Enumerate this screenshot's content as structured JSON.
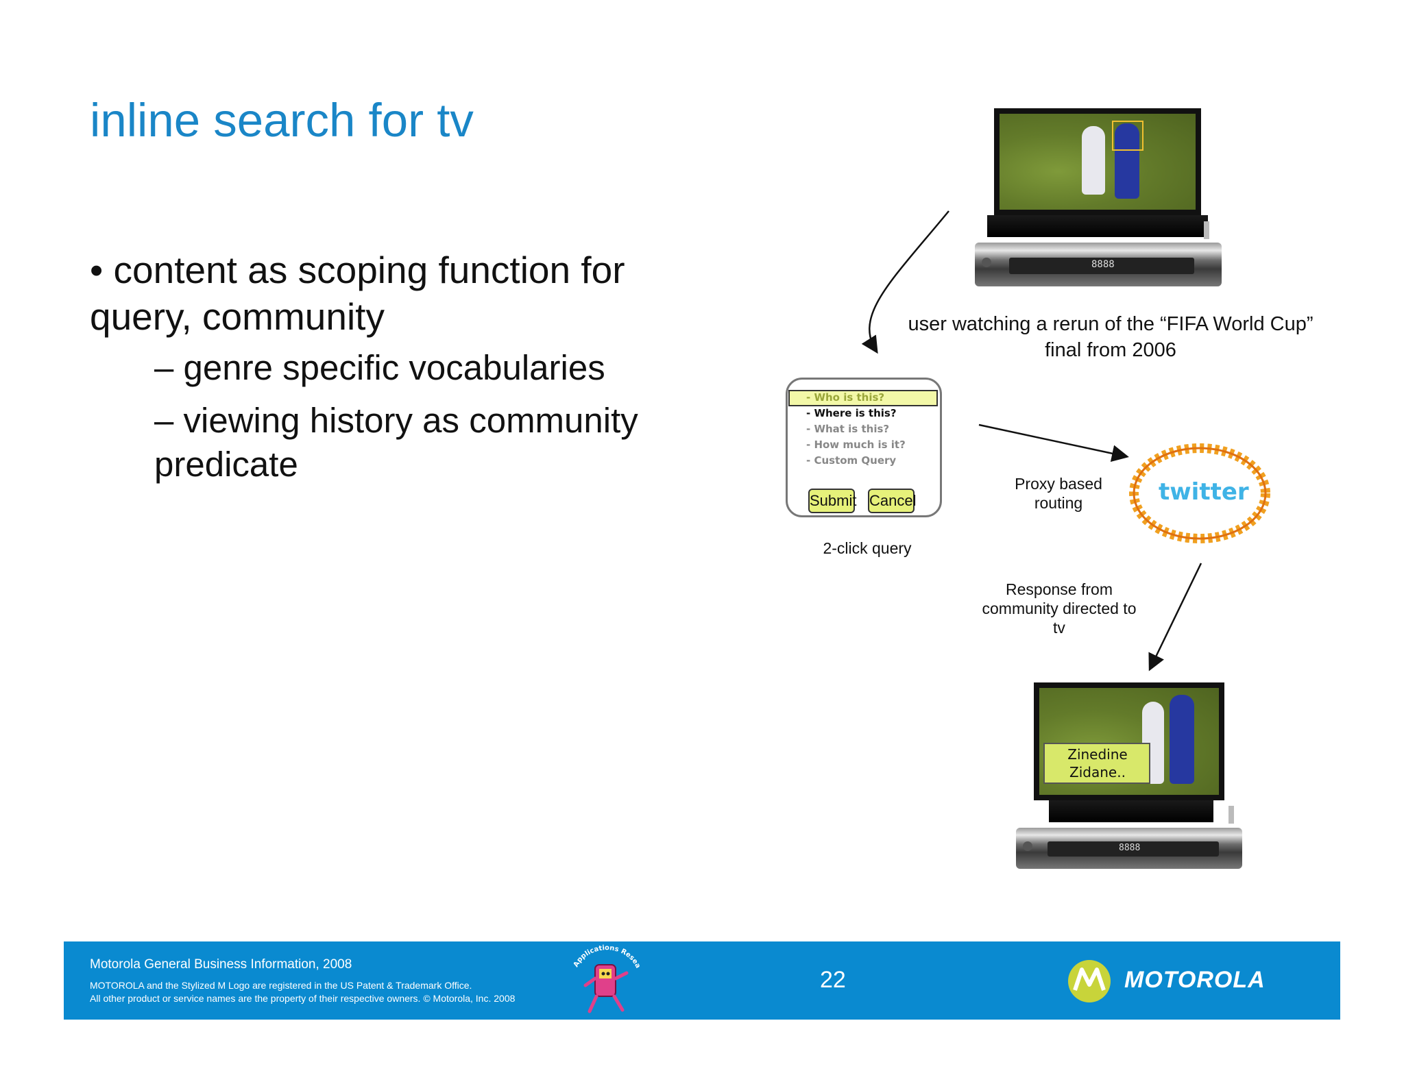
{
  "slide": {
    "title": "inline search for tv",
    "bullets": {
      "main": "• content as scoping function for query, community",
      "sub1": "– genre specific vocabularies",
      "sub2": "– viewing history as community predicate"
    }
  },
  "diagram": {
    "tv_caption": "user watching a rerun of the “FIFA World Cup” final from 2006",
    "query_options": [
      "-  Who is this?",
      "-  Where is this?",
      "-  What is this?",
      "-  How much is it?",
      "-  Custom Query"
    ],
    "submit_label": "Submit",
    "cancel_label": "Cancel",
    "query_caption": "2-click query",
    "routing_caption": "Proxy based routing",
    "twitter_label": "twitter",
    "response_caption": "Response from community directed to tv",
    "answer_overlay": "Zinedine Zidane..",
    "box_display": "8888"
  },
  "footer": {
    "line1": "Motorola General Business Information,  2008",
    "line2": "MOTOROLA and the Stylized M Logo are registered in the US Patent & Trademark Office.",
    "line3": "All other product or service names are the property of their respective owners. © Motorola, Inc. 2008",
    "mascot_text": "Applications Research",
    "page_number": "22",
    "brand": "MOTOROLA"
  },
  "colors": {
    "title": "#1a86c7",
    "footer_bg": "#0a8ad0",
    "button_fill": "#e6f17a",
    "highlight_fill": "#f3f8a8",
    "overlay_fill": "#d8e86a"
  }
}
